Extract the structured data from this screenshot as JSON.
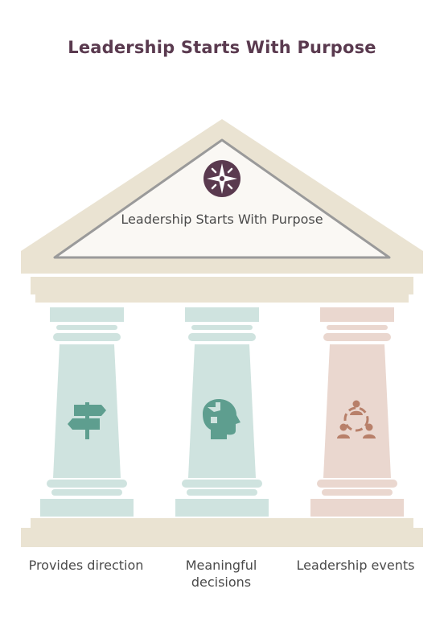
{
  "title": "Leadership Starts With Purpose",
  "pediment": {
    "text": "Leadership Starts With Purpose",
    "icon": "compass-icon"
  },
  "pillars": [
    {
      "label": "Provides direction",
      "icon": "signpost-icon",
      "color": "#cfe3df",
      "icon_color": "#5e9e8f"
    },
    {
      "label": "Meaningful decisions",
      "icon": "head-puzzle-icon",
      "color": "#cfe3df",
      "icon_color": "#5e9e8f"
    },
    {
      "label": "Leadership events",
      "icon": "people-cycle-icon",
      "color": "#ead7cf",
      "icon_color": "#b8806a"
    }
  ],
  "colors": {
    "title": "#5a3a4f",
    "roof": "#eae3d2",
    "roof_inner": "#faf8f4",
    "outline": "#9a9a9a",
    "compass_bg": "#5a3a4f"
  }
}
